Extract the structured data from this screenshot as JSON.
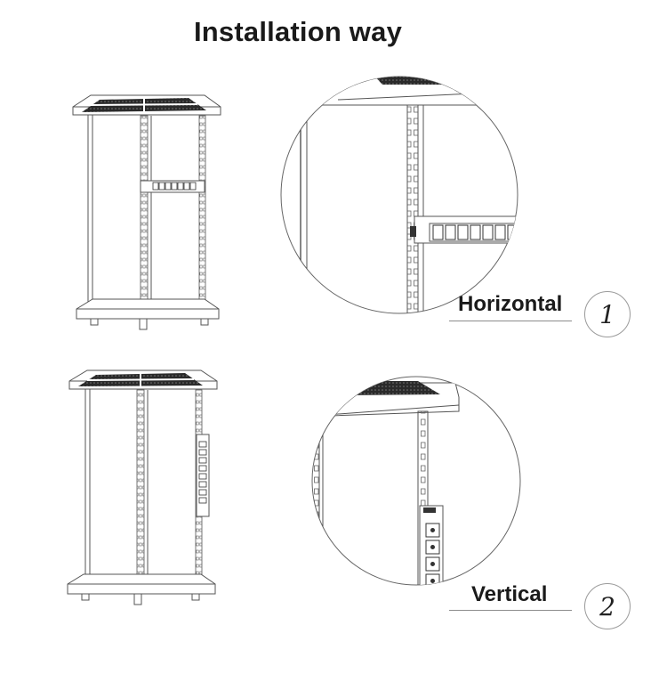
{
  "title": "Installation way",
  "options": [
    {
      "label": "Horizontal",
      "number": "1"
    },
    {
      "label": "Vertical",
      "number": "2"
    }
  ],
  "colors": {
    "line": "#555555",
    "mesh": "#2a2a2a",
    "text": "#1a1a1a"
  }
}
